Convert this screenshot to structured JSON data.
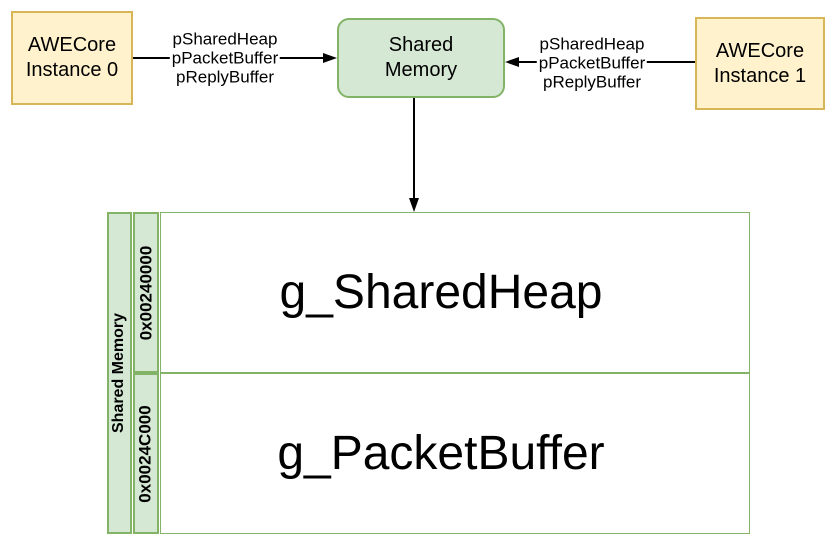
{
  "diagram": {
    "colors": {
      "node_yellow_fill": "#FFF2CC",
      "node_yellow_border": "#D6B656",
      "node_green_fill": "#D5E8D4",
      "node_green_border": "#82B366",
      "line": "#000000",
      "background": "#FFFFFF"
    },
    "nodes": {
      "instance0": {
        "label": "AWECore Instance 0"
      },
      "shared_memory": {
        "label": "Shared Memory"
      },
      "instance1": {
        "label": "AWECore Instance 1"
      }
    },
    "edges": {
      "left": {
        "labels": [
          "pSharedHeap",
          "pPacketBuffer",
          "pReplyBuffer"
        ]
      },
      "right": {
        "labels": [
          "pSharedHeap",
          "pPacketBuffer",
          "pReplyBuffer"
        ]
      }
    },
    "memory_table": {
      "side_label": "Shared Memory",
      "rows": [
        {
          "address": "0x00240000",
          "name": "g_SharedHeap"
        },
        {
          "address": "0x0024C000",
          "name": "g_PacketBuffer"
        }
      ]
    }
  }
}
